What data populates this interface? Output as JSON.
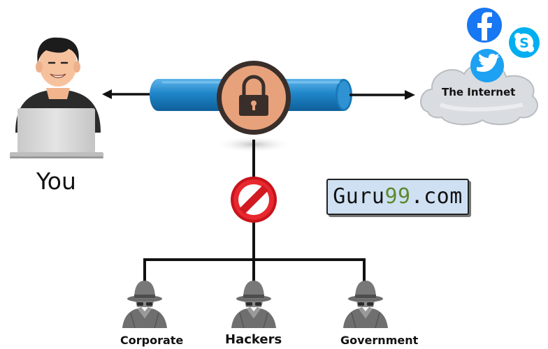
{
  "labels": {
    "you": "You",
    "internet": "The Internet",
    "corporate": "Corporate",
    "hackers": "Hackers",
    "government": "Government"
  },
  "logo": {
    "text_prefix": "Guru",
    "text_number": "99",
    "text_suffix": ".com"
  },
  "icons": {
    "user": "person-with-laptop-icon",
    "tunnel": "encrypted-tunnel-pipe",
    "lock": "padlock-icon",
    "block": "no-entry-sign-icon",
    "internet": "cloud-icon",
    "social": [
      "facebook-icon",
      "skype-icon",
      "twitter-icon"
    ],
    "threat": "spy-hat-icon"
  },
  "colors": {
    "pipe": "#1f86c9",
    "lock_badge": "#e7a27c",
    "block_red": "#c8141b",
    "facebook": "#1877f2",
    "skype": "#00aff0",
    "twitter": "#1da1f2",
    "cloud": "#d9dce0",
    "logo_bg": "#cfe0f2"
  }
}
